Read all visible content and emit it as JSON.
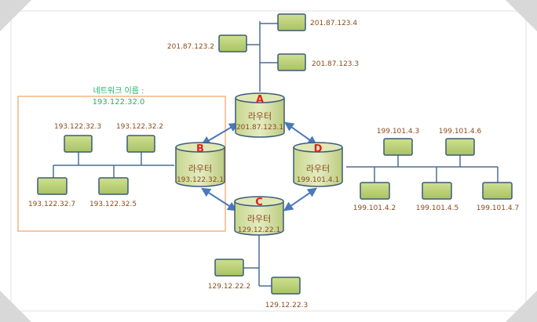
{
  "network_label": {
    "title": "네트워크 이름 :",
    "address": "193.122.32.0"
  },
  "routers": [
    {
      "id": "A",
      "label": "라우터",
      "ip": "201.87.123.1"
    },
    {
      "id": "B",
      "label": "라우터",
      "ip": "193.122.32.1"
    },
    {
      "id": "C",
      "label": "라우터",
      "ip": "129.12.22.1"
    },
    {
      "id": "D",
      "label": "라우터",
      "ip": "199.101.4.1"
    }
  ],
  "hosts": [
    {
      "ip": "201.87.123.4"
    },
    {
      "ip": "201.87.123.2"
    },
    {
      "ip": "201.87.123.3"
    },
    {
      "ip": "193.122.32.3"
    },
    {
      "ip": "193.122.32.2"
    },
    {
      "ip": "193.122.32.7"
    },
    {
      "ip": "193.122.32.5"
    },
    {
      "ip": "199.101.4.3"
    },
    {
      "ip": "199.101.4.6"
    },
    {
      "ip": "199.101.4.2"
    },
    {
      "ip": "199.101.4.5"
    },
    {
      "ip": "199.101.4.7"
    },
    {
      "ip": "129.12.22.2"
    },
    {
      "ip": "129.12.22.3"
    }
  ],
  "colors": {
    "host_fill": "#bcd07c",
    "host_stroke": "#3b5b77",
    "router_fill": "#d6e1a6",
    "line": "#4a6f92",
    "arrow": "#4a78b8",
    "group_box": "#f1a96f",
    "ip_text": "#8a4a1c",
    "router_letter": "#e02020",
    "network_text": "#1fb36b"
  }
}
